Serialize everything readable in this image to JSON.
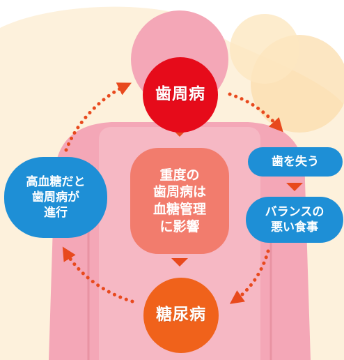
{
  "colors": {
    "background_light": "#fdf1dc",
    "background_blob": "#fbdca8",
    "body_pink": "#f4a7b7",
    "body_light": "#f7c6cf",
    "body_outline": "#e993a3",
    "red": "#e60b1a",
    "orange": "#f0621b",
    "salmon": "#f27c6d",
    "blue": "#1e8fd6",
    "dots": "#e8491d"
  },
  "nodes": {
    "periodontal": "歯周病",
    "diabetes": "糖尿病",
    "severe_lines": [
      "重度の",
      "歯周病は",
      "血糖管理",
      "に影響"
    ],
    "lose_teeth": "歯を失う",
    "bad_diet_lines": [
      "バランスの",
      "悪い食事"
    ],
    "hyperglycemia_lines": [
      "高血糖だと",
      "歯周病が",
      "進行"
    ]
  }
}
